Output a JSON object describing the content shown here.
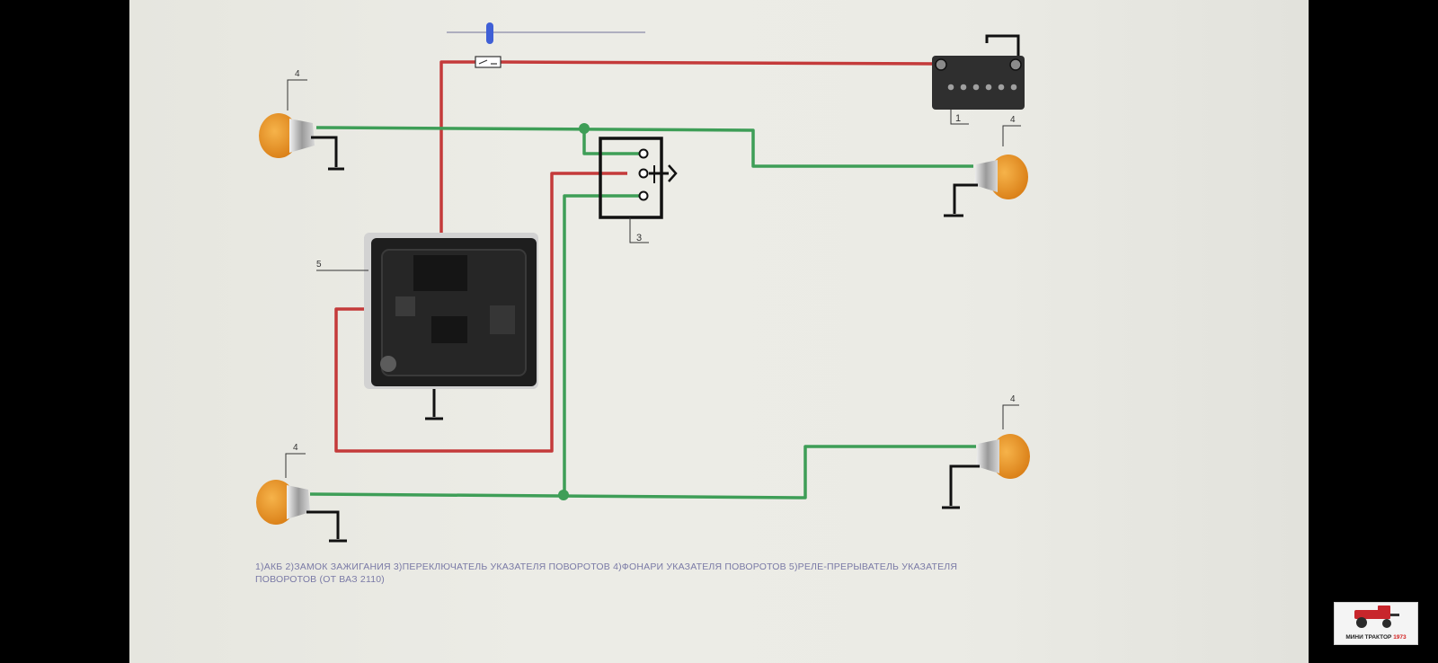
{
  "labels": {
    "battery": "1",
    "switch": "3",
    "relay": "5",
    "lamp_front_left": "4",
    "lamp_front_right": "4",
    "lamp_rear_left": "4",
    "lamp_rear_right": "4"
  },
  "caption": {
    "line1": "1)АКБ 2)ЗАМОК ЗАЖИГАНИЯ 3)ПЕРЕКЛЮЧАТЕЛЬ УКАЗАТЕЛЯ ПОВОРОТОВ 4)ФОНАРИ УКАЗАТЕЛЯ ПОВОРОТОВ 5)РЕЛЕ-ПРЕРЫВАТЕЛЬ УКАЗАТЕЛЯ",
    "line2": "ПОВОРОТОВ (ОТ ВАЗ 2110)"
  },
  "watermark": {
    "text_main": "МИНИ ТРАКТОР",
    "text_accent": "1973"
  },
  "colors": {
    "feed_wire": "#c43a3a",
    "turn_wire": "#3e9e57",
    "lamp": "#e89020",
    "relay_body": "#1e1e1e",
    "background": "#ebebe5"
  }
}
